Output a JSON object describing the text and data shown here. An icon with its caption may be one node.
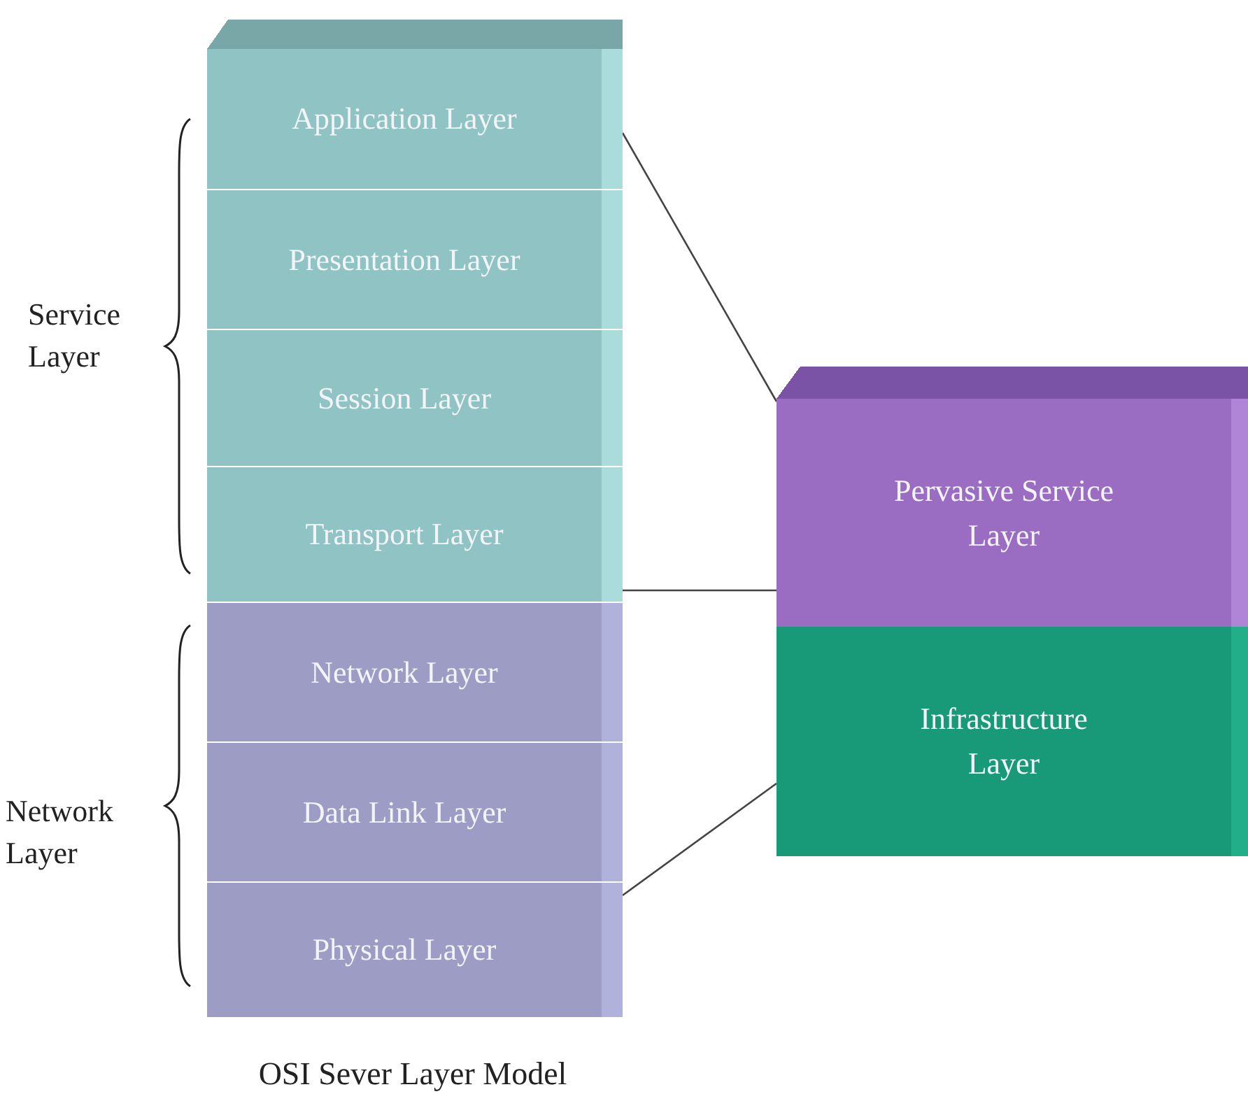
{
  "diagram": {
    "caption": "OSI Sever Layer Model",
    "nodes": [
      {
        "text": [
          "Application Layer"
        ]
      },
      {
        "text": [
          "Presentation Layer"
        ]
      },
      {
        "text": [
          "Session Layer"
        ]
      },
      {
        "text": [
          "Transport Layer"
        ]
      },
      {
        "text": [
          "Network Layer"
        ]
      },
      {
        "text": [
          "Data Link Layer"
        ]
      },
      {
        "text": [
          "Physical Layer"
        ]
      },
      {
        "text": [
          "Pervasive Service Layer"
        ]
      },
      {
        "text": [
          "Infrastructure Layer"
        ]
      }
    ],
    "edges": [
      {
        "from": 0,
        "to": 7,
        "arrow": "none"
      },
      {
        "from": 3,
        "to": 7,
        "arrow": "none"
      },
      {
        "from": 6,
        "to": 8,
        "arrow": "none"
      }
    ],
    "labels": [
      "Service Layer",
      "Network Layer"
    ]
  }
}
